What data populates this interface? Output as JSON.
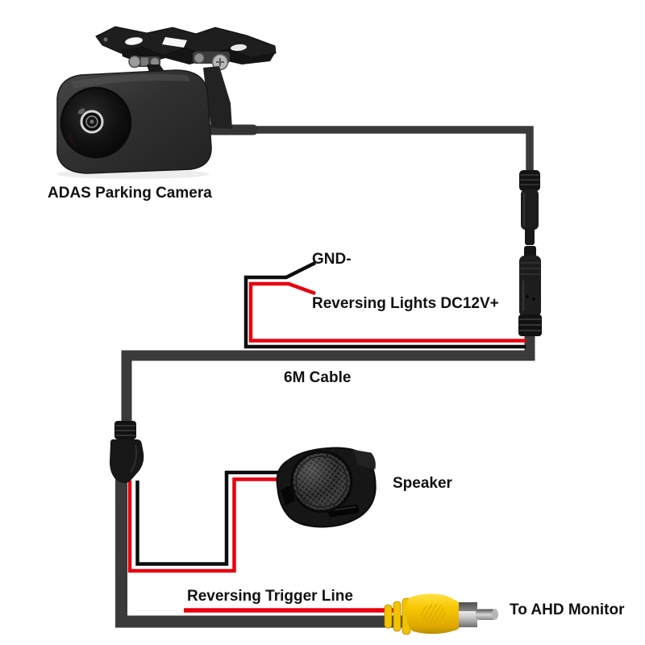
{
  "colors": {
    "background": "#ffffff",
    "cable": "#3a3a3a",
    "wire_black": "#0d0d0d",
    "wire_red": "#e8000f",
    "connector_black": "#1d1d1d",
    "rca_yellow": "#f3c300",
    "text": "#111111"
  },
  "labels": {
    "camera": "ADAS Parking Camera",
    "gnd_wire": "GND-",
    "reversing_lights_wire": "Reversing Lights DC12V+",
    "cable_length": "6M Cable",
    "speaker": "Speaker",
    "trigger_line": "Reversing Trigger Line",
    "monitor_output": "To AHD Monitor"
  },
  "diagram": {
    "type": "wiring-diagram",
    "components": [
      "adas-parking-camera-with-bracket",
      "camera-cable",
      "male-connector",
      "female-connector",
      "6m-extension-cable",
      "gnd-wire-black",
      "reversing-lights-dc12v-wire-red",
      "inline-connector",
      "speaker",
      "reversing-trigger-line-red",
      "yellow-rca-plug-to-ahd-monitor"
    ]
  }
}
